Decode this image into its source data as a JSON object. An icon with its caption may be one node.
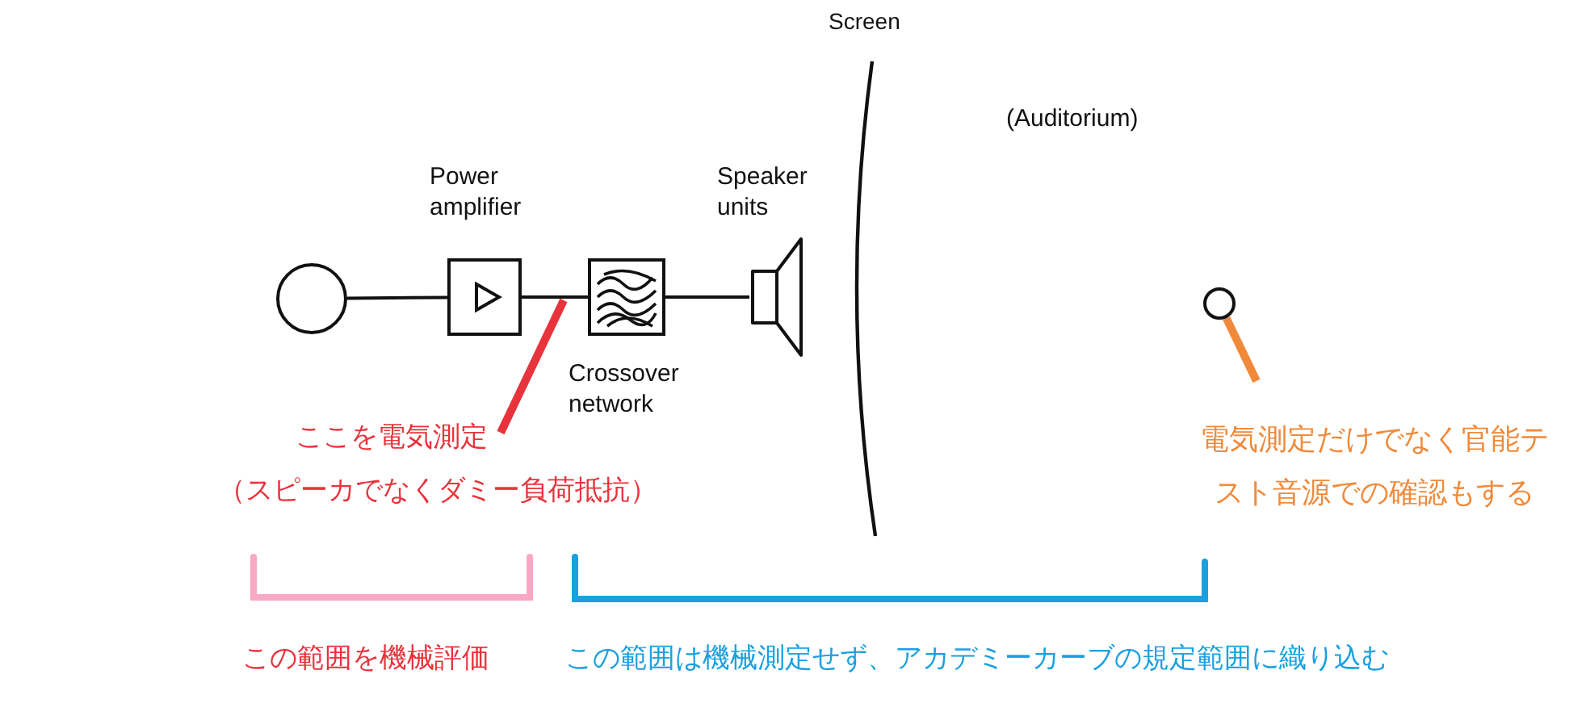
{
  "diagram": {
    "nodes": [
      {
        "text": [],
        "shape": "circle"
      },
      {
        "text": [
          "Power amplifier"
        ]
      },
      {
        "text": [
          "Crossover network"
        ]
      },
      {
        "text": [
          "Speaker units"
        ]
      },
      {
        "text": [],
        "shape": "circle"
      },
      {
        "text": [
          "電気測定だけでなく官能テスト音源での確認もする"
        ]
      },
      {
        "text": [
          "ここを電気測定",
          "（スピーカでなくダミー負荷抵抗）"
        ]
      }
    ],
    "edges": [
      {
        "from": 0,
        "to": 1,
        "arrow": "none"
      },
      {
        "from": 1,
        "to": 2,
        "arrow": "none"
      },
      {
        "from": 2,
        "to": 3,
        "arrow": "none"
      },
      {
        "from": 5,
        "to": 4,
        "arrow": "none",
        "style": "thick",
        "color": "#f08a3a"
      },
      {
        "from": 6,
        "to": null,
        "arrow": "none",
        "style": "thick",
        "color": "#e8333c"
      }
    ],
    "labels": [
      "Screen",
      "(Auditorium)",
      "この範囲を機械評価",
      "この範囲は機械測定せず、アカデミーカーブの規定範囲に織り込む"
    ]
  }
}
